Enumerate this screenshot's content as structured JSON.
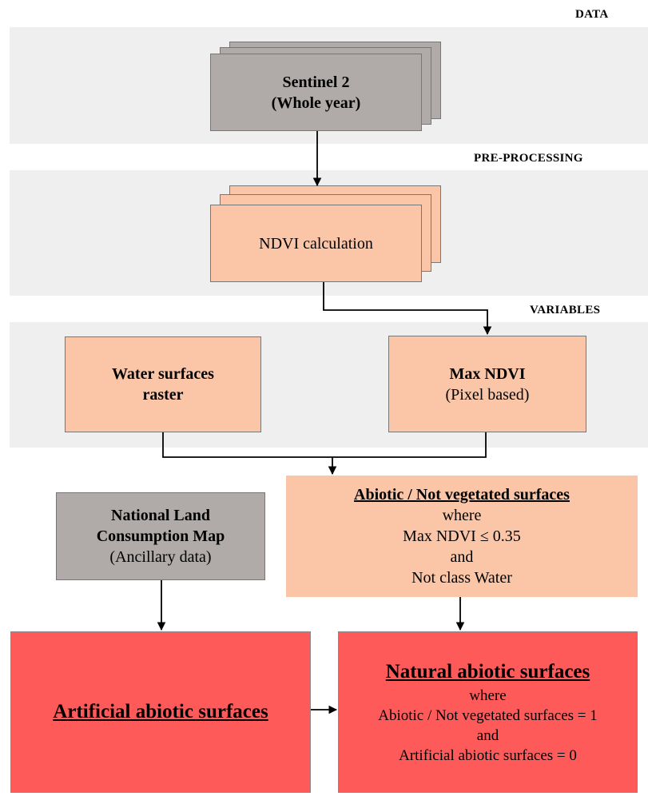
{
  "sections": {
    "data": "DATA",
    "preprocessing": "PRE-PROCESSING",
    "variables": "VARIABLES"
  },
  "boxes": {
    "sentinel": {
      "line1": "Sentinel 2",
      "line2": "(Whole year)"
    },
    "ndvi_calc": {
      "text": "NDVI calculation"
    },
    "water": {
      "line1": "Water surfaces",
      "line2": "raster"
    },
    "max_ndvi": {
      "line1": "Max NDVI",
      "line2": "(Pixel based)"
    },
    "abiotic": {
      "title": "Abiotic / Not vegetated surfaces",
      "line1": "where",
      "line2": "Max  NDVI ≤ 0.35",
      "line3": "and",
      "line4": "Not class Water"
    },
    "national": {
      "line1": "National Land",
      "line2": "Consumption Map",
      "line3": "(Ancillary data)"
    },
    "artificial": {
      "title": "Artificial abiotic surfaces"
    },
    "natural": {
      "title": "Natural abiotic surfaces",
      "line1": "where",
      "line2": "Abiotic / Not vegetated surfaces = 1",
      "line3": "and",
      "line4": "Artificial abiotic surfaces = 0"
    }
  },
  "colors": {
    "band": "#efefef",
    "gray_box": "#b0aaa9",
    "peach_box": "#fbc6a8",
    "red_box": "#ff5a5a"
  }
}
